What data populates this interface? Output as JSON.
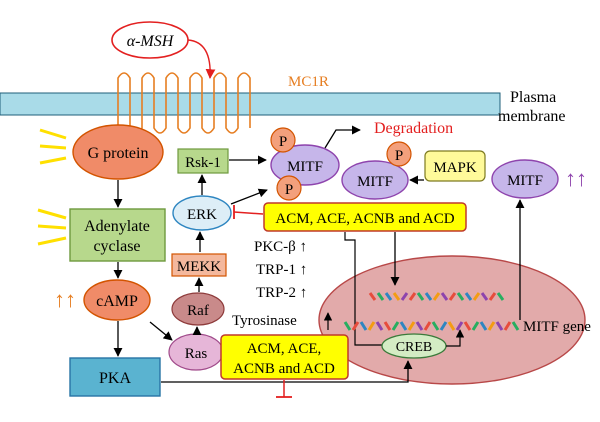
{
  "labels": {
    "alpha_msh": "α-MSH",
    "mc1r": "MC1R",
    "plasma_membrane_line1": "Plasma",
    "plasma_membrane_line2": "membrane",
    "degradation": "Degradation",
    "g_protein": "G protein",
    "rsk1": "Rsk-1",
    "p_mitf": "P",
    "mitf_top": "MITF",
    "p_erk": "P",
    "p_mid": "P",
    "mitf_mid": "MITF",
    "mapk": "MAPK",
    "mitf_right": "MITF",
    "up_right": "↑↑",
    "adenylate_line1": "Adenylate",
    "adenylate_line2": "cyclase",
    "erk": "ERK",
    "compounds_top": "ACM, ACE, ACNB and ACD",
    "pkc": "PKC-β ↑",
    "trp1": "TRP-1 ↑",
    "trp2": "TRP-2 ↑",
    "tyrosinase": "Tyrosinase",
    "mekk": "MEKK",
    "camp": "cAMP",
    "up_left": "↑↑",
    "raf": "Raf",
    "ras": "Ras",
    "compounds_bottom_line1": "ACM, ACE,",
    "compounds_bottom_line2": "ACNB and ACD",
    "pka": "PKA",
    "creb": "CREB",
    "mitf_gene": "MITF gene"
  },
  "colors": {
    "membrane": "#a9dbe8",
    "receptor": "#e67e22",
    "red": "#e32020",
    "node_fill": "#f08b68",
    "node_stroke": "#d35400",
    "green_fill": "#b7d88c",
    "green_stroke": "#6e9a3e",
    "mitf_fill": "#c6b6ea",
    "mitf_stroke": "#8e44ad",
    "p_fill": "#f3a07c",
    "yellow": "#ffff00",
    "yellow_stroke": "#c0392b",
    "erk_fill": "#ddeef7",
    "erk_stroke": "#2e86c1",
    "mekk_fill": "#f4b89d",
    "raf_fill": "#c98a8a",
    "ras_fill": "#e6b6d8",
    "pka_fill": "#5ab3d0",
    "nucleus_fill": "#e2aaaa",
    "nucleus_stroke": "#b84848",
    "purple": "#8e44ad",
    "rays": "#ffe000"
  }
}
